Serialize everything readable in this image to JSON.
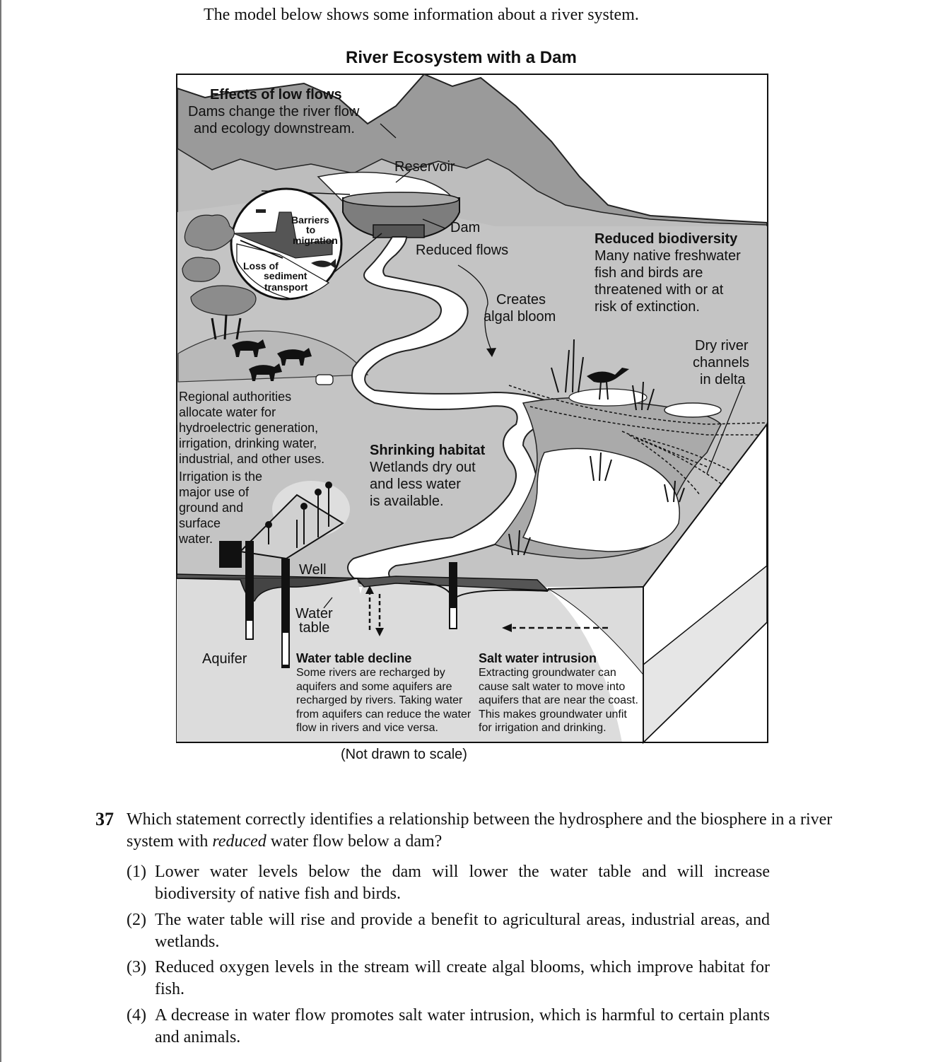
{
  "intro": "The model below shows some information about a river system.",
  "diagram": {
    "title": "River Ecosystem with a Dam",
    "caption": "(Not drawn to scale)",
    "labels": {
      "effects_heading": "Effects of low flows",
      "effects_line1": "Dams change the river flow",
      "effects_line2": "and ecology downstream.",
      "reservoir": "Reservoir",
      "dam": "Dam",
      "reduced_flows": "Reduced flows",
      "creates": "Creates",
      "algal_bloom": "algal bloom",
      "barriers1": "Barriers",
      "barriers2": "to",
      "barriers3": "migration",
      "loss1": "Loss of",
      "loss2": "sediment",
      "loss3": "transport",
      "biodiv_heading": "Reduced biodiversity",
      "biodiv1": "Many native freshwater",
      "biodiv2": "fish and birds are",
      "biodiv3": "threatened with or at",
      "biodiv4": "risk of extinction.",
      "dry1": "Dry river",
      "dry2": "channels",
      "dry3": "in delta",
      "regional1": "Regional authorities",
      "regional2": "allocate water for",
      "regional3": "hydroelectric generation,",
      "regional4": "irrigation, drinking water,",
      "regional5": "industrial, and other uses.",
      "irrig1": "Irrigation is the",
      "irrig2": "major use of",
      "irrig3": "ground and",
      "irrig4": "surface",
      "irrig5": "water.",
      "shrink_heading": "Shrinking habitat",
      "shrink1": "Wetlands dry out",
      "shrink2": "and less water",
      "shrink3": "is available.",
      "well": "Well",
      "water_table1": "Water",
      "water_table2": "table",
      "aquifer": "Aquifer",
      "wtd_heading": "Water table decline",
      "wtd1": "Some rivers are recharged by",
      "wtd2": "aquifers and some aquifers are",
      "wtd3": "recharged by rivers. Taking water",
      "wtd4": "from aquifers can reduce the water",
      "wtd5": "flow in rivers and vice versa.",
      "swi_heading": "Salt water intrusion",
      "swi1": "Extracting groundwater can",
      "swi2": "cause salt water to move into",
      "swi3": "aquifers that are near the coast.",
      "swi4": "This makes groundwater unfit",
      "swi5": "for irrigation and drinking."
    }
  },
  "question": {
    "number": "37",
    "stem_before": "Which statement correctly identifies a relationship between the hydrosphere and the biosphere in a river system with ",
    "stem_italic": "reduced",
    "stem_after": " water flow below a dam?",
    "options": [
      {
        "num": "(1)",
        "text": "Lower water levels below the dam will lower the water table and will increase biodiversity of native fish and birds."
      },
      {
        "num": "(2)",
        "text": "The water table will rise and provide a benefit to agricultural areas, industrial areas, and wetlands."
      },
      {
        "num": "(3)",
        "text": "Reduced oxygen levels in the stream will create algal blooms, which improve habitat for fish."
      },
      {
        "num": "(4)",
        "text": "A decrease in water flow promotes salt water intrusion, which is harmful to certain plants and animals."
      }
    ]
  }
}
